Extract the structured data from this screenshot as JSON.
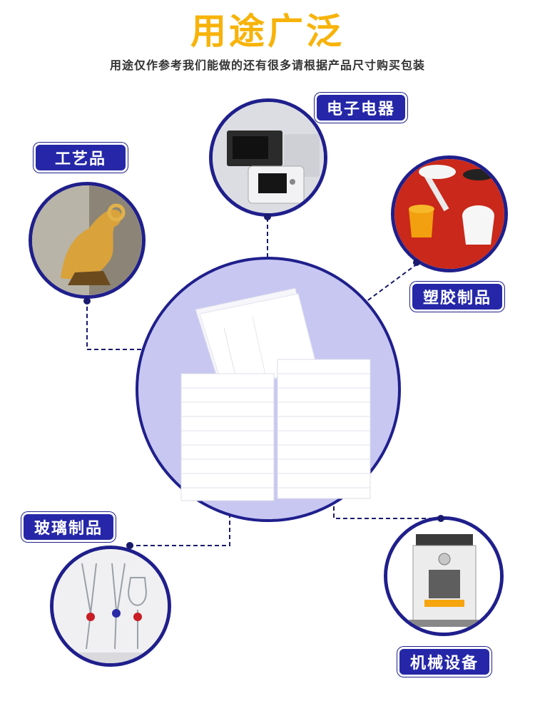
{
  "header": {
    "title": "用途广泛",
    "subtitle": "用途仅作参考我们能做的还有很多请根据产品尺寸购买包装"
  },
  "categories": {
    "electronics": "电子电器",
    "crafts": "工艺品",
    "plastics": "塑胶制品",
    "glass": "玻璃制品",
    "machinery": "机械设备"
  },
  "colors": {
    "title": "#f7b30a",
    "label_bg": "#2527a8",
    "border": "#1f1f8c",
    "center_circle": "#c7c7f2"
  }
}
